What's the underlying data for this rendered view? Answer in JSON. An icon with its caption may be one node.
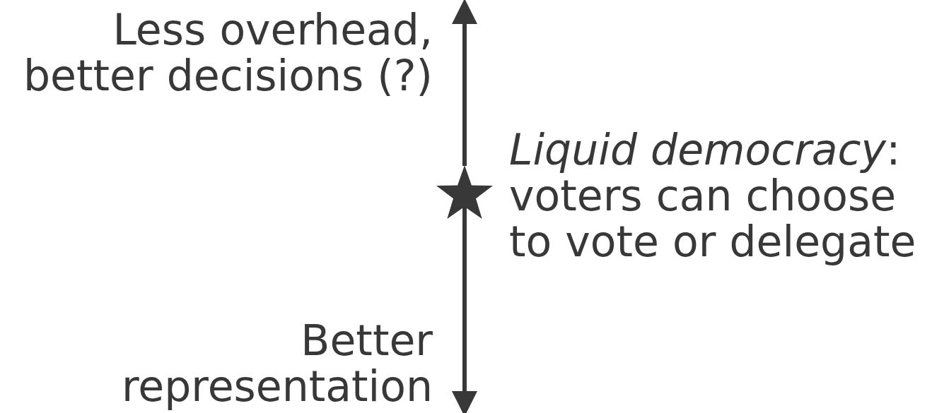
{
  "diagram": {
    "nodes": [
      {
        "text": [
          "Less overhead, better decisions (?)"
        ]
      },
      {
        "text": [],
        "shape": "star",
        "beside": [
          "*Liquid democracy*: voters can choose to vote or delegate"
        ]
      },
      {
        "text": [
          "Better representation"
        ]
      }
    ],
    "edges": [
      {
        "from": 1,
        "to": 0,
        "arrow": "to"
      },
      {
        "from": 1,
        "to": 2,
        "arrow": "to"
      }
    ]
  }
}
